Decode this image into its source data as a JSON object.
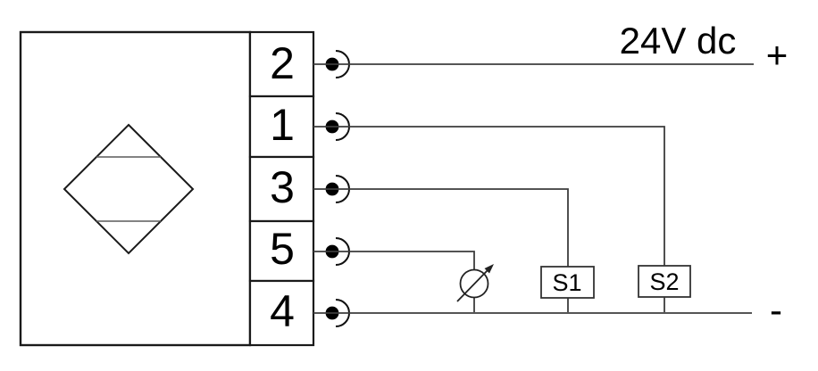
{
  "supply": {
    "voltage_label": "24V dc",
    "positive": "+",
    "negative": "-"
  },
  "terminals": [
    {
      "label": "2"
    },
    {
      "label": "1"
    },
    {
      "label": "3"
    },
    {
      "label": "5"
    },
    {
      "label": "4"
    }
  ],
  "switches": [
    {
      "label": "S1"
    },
    {
      "label": "S2"
    }
  ],
  "icons": {
    "sensor_symbol": "diamond-proximity-sensor-icon",
    "terminal_connector": "plug-socket-connector-icon",
    "analog_output": "adjustable-meter-icon"
  },
  "colors": {
    "line": "#3d3d3d",
    "outline": "#1a1a1a",
    "text": "#000000",
    "background": "#ffffff"
  }
}
